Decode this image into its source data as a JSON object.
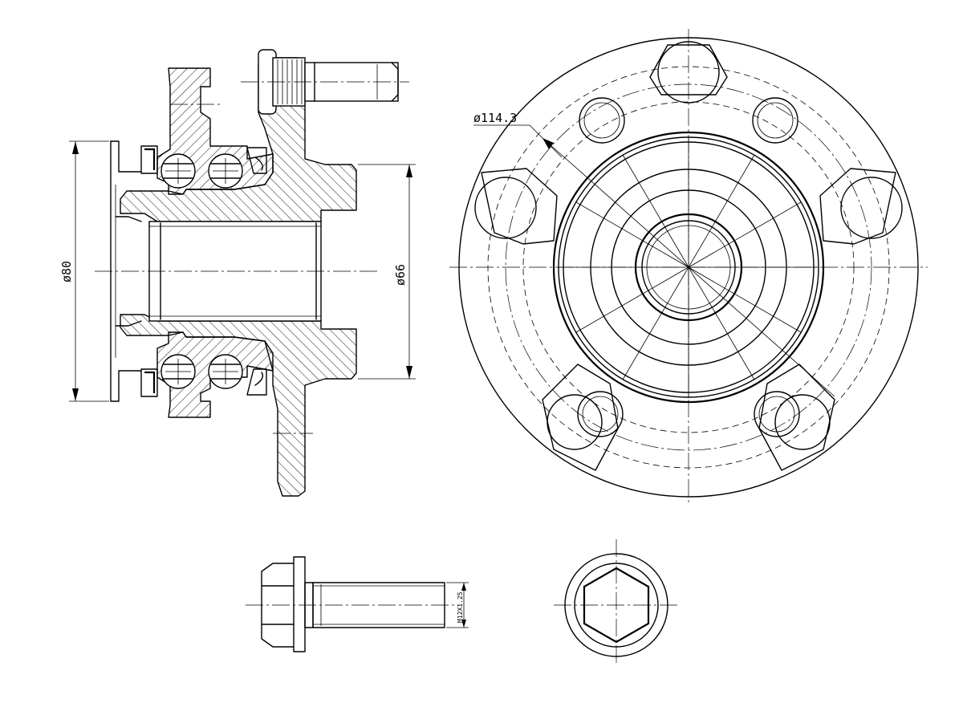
{
  "dimensions": {
    "bore_diameter": "ø80",
    "pilot_diameter": "ø66",
    "bolt_circle_diameter": "ø114.3",
    "bolt_thread": "M12X1.25"
  },
  "colors": {
    "line": "#000000",
    "background": "#ffffff"
  }
}
